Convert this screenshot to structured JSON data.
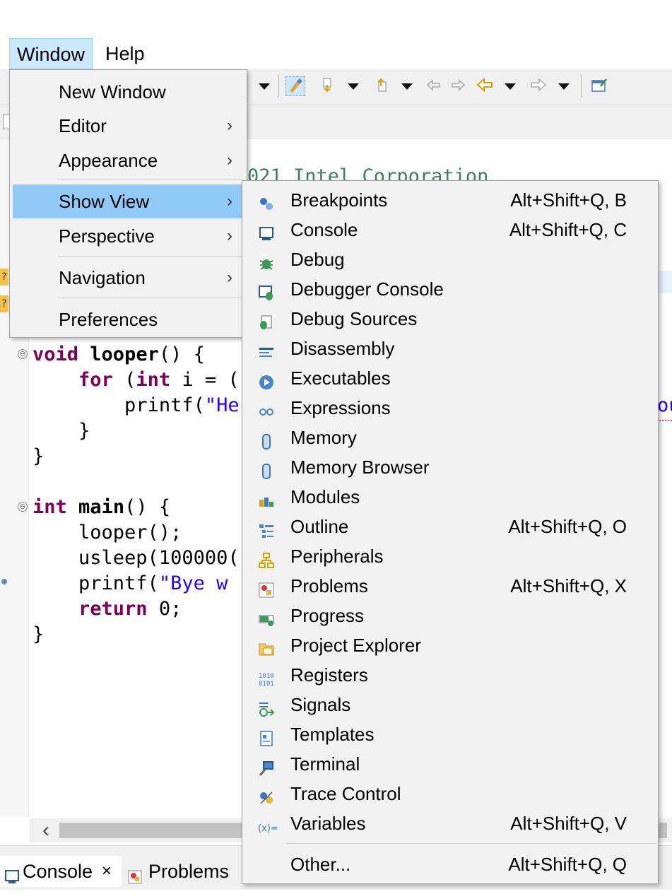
{
  "menubar": {
    "window": "Window",
    "help": "Help"
  },
  "window_menu": {
    "items": [
      {
        "label": "New Window",
        "submenu": false
      },
      {
        "label": "Editor",
        "submenu": true
      },
      {
        "label": "Appearance",
        "submenu": true
      },
      {
        "label": "Show View",
        "submenu": true,
        "highlighted": true
      },
      {
        "label": "Perspective",
        "submenu": true
      },
      {
        "label": "Navigation",
        "submenu": true
      },
      {
        "label": "Preferences",
        "submenu": false
      }
    ]
  },
  "show_view_menu": {
    "items": [
      {
        "label": "Breakpoints",
        "accelerator": "Alt+Shift+Q, B",
        "icon": "breakpoints-icon"
      },
      {
        "label": "Console",
        "accelerator": "Alt+Shift+Q, C",
        "icon": "console-icon"
      },
      {
        "label": "Debug",
        "accelerator": "",
        "icon": "debug-bug-icon"
      },
      {
        "label": "Debugger Console",
        "accelerator": "",
        "icon": "debugger-console-icon"
      },
      {
        "label": "Debug Sources",
        "accelerator": "",
        "icon": "debug-sources-icon"
      },
      {
        "label": "Disassembly",
        "accelerator": "",
        "icon": "disassembly-icon"
      },
      {
        "label": "Executables",
        "accelerator": "",
        "icon": "executables-icon"
      },
      {
        "label": "Expressions",
        "accelerator": "",
        "icon": "expressions-icon"
      },
      {
        "label": "Memory",
        "accelerator": "",
        "icon": "memory-icon"
      },
      {
        "label": "Memory Browser",
        "accelerator": "",
        "icon": "memory-browser-icon"
      },
      {
        "label": "Modules",
        "accelerator": "",
        "icon": "modules-icon"
      },
      {
        "label": "Outline",
        "accelerator": "Alt+Shift+Q, O",
        "icon": "outline-icon"
      },
      {
        "label": "Peripherals",
        "accelerator": "",
        "icon": "peripherals-icon"
      },
      {
        "label": "Problems",
        "accelerator": "Alt+Shift+Q, X",
        "icon": "problems-icon"
      },
      {
        "label": "Progress",
        "accelerator": "",
        "icon": "progress-icon"
      },
      {
        "label": "Project Explorer",
        "accelerator": "",
        "icon": "project-explorer-icon"
      },
      {
        "label": "Registers",
        "accelerator": "",
        "icon": "registers-icon"
      },
      {
        "label": "Signals",
        "accelerator": "",
        "icon": "signals-icon"
      },
      {
        "label": "Templates",
        "accelerator": "",
        "icon": "templates-icon"
      },
      {
        "label": "Terminal",
        "accelerator": "",
        "icon": "terminal-icon"
      },
      {
        "label": "Trace Control",
        "accelerator": "",
        "icon": "trace-control-icon"
      },
      {
        "label": "Variables",
        "accelerator": "Alt+Shift+Q, V",
        "icon": "variables-icon"
      }
    ],
    "other": {
      "label": "Other...",
      "accelerator": "Alt+Shift+Q, Q"
    }
  },
  "editor": {
    "comment_fragment": "021 Intel Corporation",
    "lines": {
      "l1_kw": "void",
      "l1_fn": "looper",
      "l1_rest": "() {",
      "l2_indent": "    ",
      "l2_kw": "for",
      "l2_p1": " (",
      "l2_kw2": "int",
      "l2_rest": " i = (",
      "l3_indent": "        ",
      "l3_fn": "printf(",
      "l3_str": "\"He",
      "l3_tail": "ou",
      "l4": "    }",
      "l5": "}",
      "l6_kw": "int",
      "l6_fn": "main",
      "l6_rest": "() {",
      "l7": "    looper();",
      "l8": "    usleep(100000(",
      "l9_a": "    printf(",
      "l9_str": "\"Bye w",
      "l10_indent": "    ",
      "l10_kw": "return",
      "l10_rest": " 0;",
      "l11": "}"
    },
    "markers": [
      "?",
      "?"
    ],
    "fold_glyph": "⊖"
  },
  "scrollbar": {
    "left_arrow": "‹"
  },
  "bottom_tabs": {
    "console": "Console",
    "console_close": "×",
    "problems": "Problems"
  },
  "colors": {
    "menu_highlight": "#91c9f7",
    "menubar_active": "#cce8ff",
    "keyword": "#7f0055",
    "string": "#2a00ff",
    "comment": "#3f7f5f"
  }
}
